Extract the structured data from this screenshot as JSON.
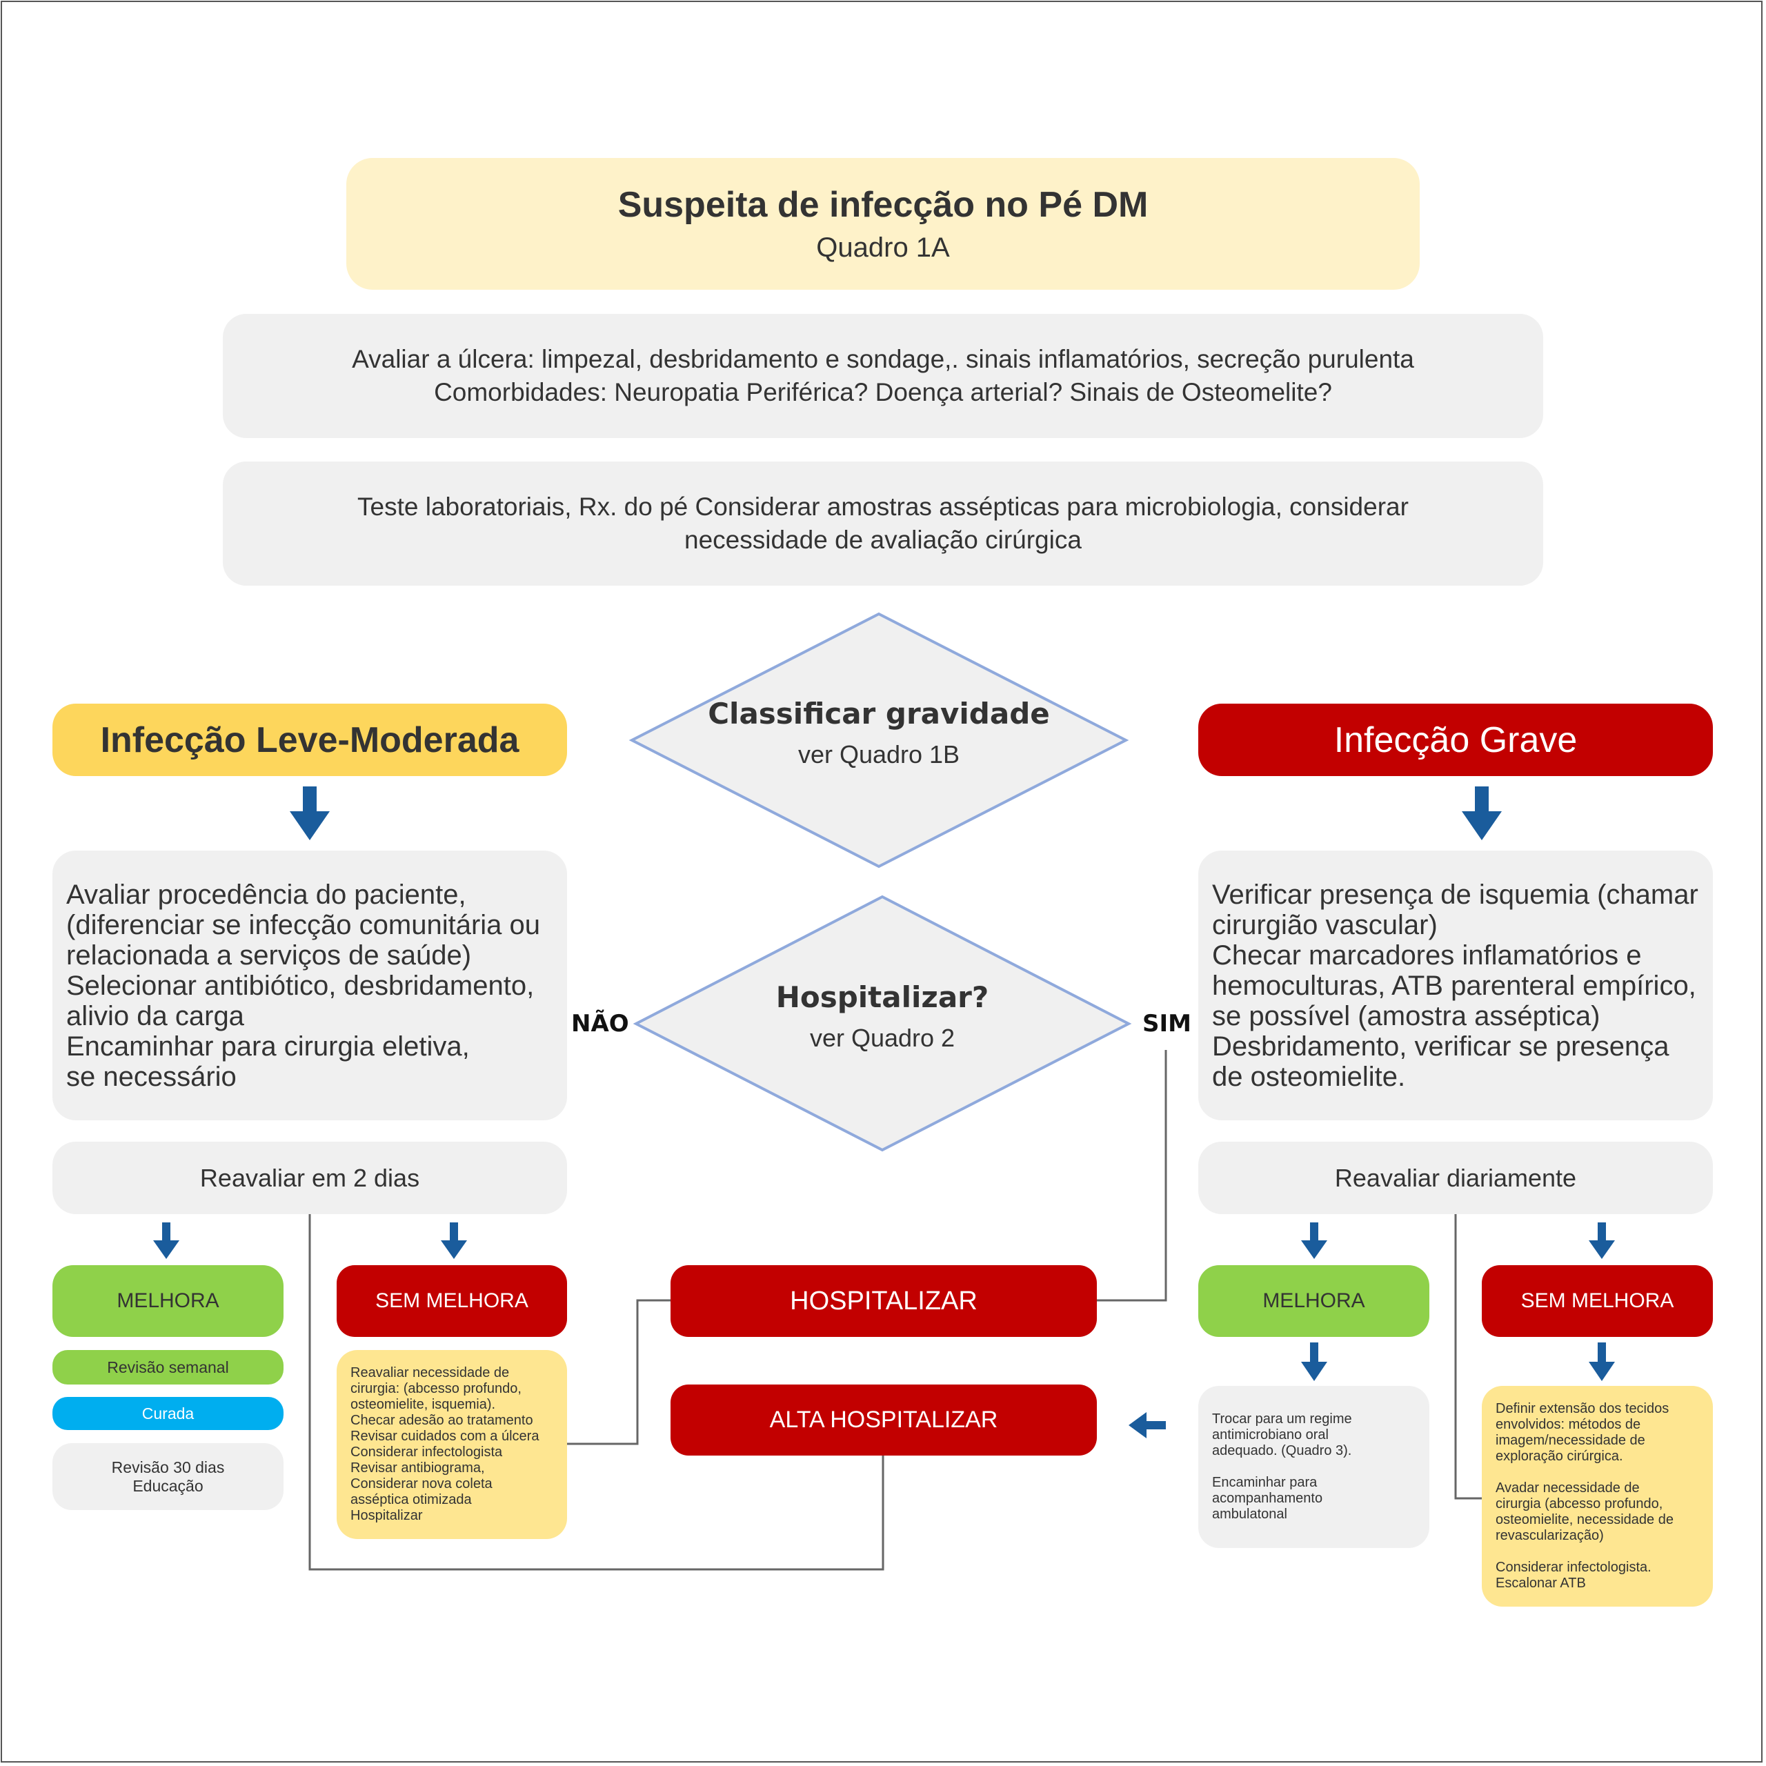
{
  "colors": {
    "title_bg": "#fef2c9",
    "gray_box": "#f0f0f0",
    "yellow_head": "#fdd65c",
    "red": "#c20000",
    "green": "#8fd14a",
    "cyan": "#00aeef",
    "note_yellow": "#fee691",
    "arrow_blue": "#1a5c9c",
    "diamond_border": "#8fa9dc"
  },
  "header": {
    "title": "Suspeita de infecção no Pé DM",
    "subtitle": "Quadro 1A"
  },
  "steps": {
    "evaluate_ulcer": "Avaliar a úlcera: limpezal, desbridamento e sondage,. sinais inflamatórios, secreção purulenta\nComorbidades: Neuropatia Periférica? Doença arterial? Sinais de Osteomelite?",
    "lab_tests": "Teste laboratoriais, Rx. do pé Considerar amostras assépticas para microbiologia, considerar\nnecessidade de avaliação cirúrgica"
  },
  "classify": {
    "title": "Classificar gravidade",
    "sub": "ver Quadro 1B"
  },
  "hospitalize_q": {
    "title": "Hospitalizar?",
    "sub": "ver Quadro 2",
    "no_label": "NÃO",
    "yes_label": "SIM"
  },
  "left": {
    "heading": "Infecção Leve-Moderada",
    "actions": "Avaliar procedência do paciente,\n(diferenciar se infecção comunitária ou\nrelacionada a serviços de saúde)\nSelecionar antibiótico, desbridamento,\nalivio da carga\nEncaminhar para cirurgia eletiva,\nse necessário",
    "reassess": "Reavaliar em 2 dias",
    "improve": "MELHORA",
    "no_improve": "SEM MELHORA",
    "weekly": "Revisão semanal",
    "cured": "Curada",
    "review30": "Revisão 30 dias\nEducação",
    "no_improve_note": "Reavaliar necessidade de\ncirurgia: (abcesso profundo,\nosteomielite, isquemia).\nChecar adesão ao tratamento\nRevisar cuidados com a úlcera\nConsiderar infectologista\nRevisar antibiograma,\nConsiderar nova coleta\nasséptica otimizada\nHospitalizar"
  },
  "right": {
    "heading": "Infecção Grave",
    "actions": "Verificar presença de isquemia (chamar\ncirurgião vascular)\nChecar marcadores inflamatórios e\nhemoculturas, ATB parenteral empírico,\nse possível (amostra asséptica)\nDesbridamento, verificar se presença\nde osteomielite.",
    "reassess": "Reavaliar diariamente",
    "improve": "MELHORA",
    "no_improve": "SEM MELHORA",
    "improve_note": "Trocar para um regime\nantimicrobiano oral\nadequado. (Quadro 3).\n\nEncaminhar para\nacompanhamento\nambulatonal",
    "no_improve_note": "Definir extensão dos tecidos\nenvolvidos: métodos de\nimagem/necessidade de\nexploração cirúrgica.\n\nAvadar necessidade de\ncirurgia (abcesso profundo,\nosteomielite, necessidade de\nrevascularização)\n\nConsiderar infectologista.\nEscalonar ATB"
  },
  "center": {
    "hospitalize": "HOSPITALIZAR",
    "discharge": "ALTA HOSPITALIZAR"
  }
}
